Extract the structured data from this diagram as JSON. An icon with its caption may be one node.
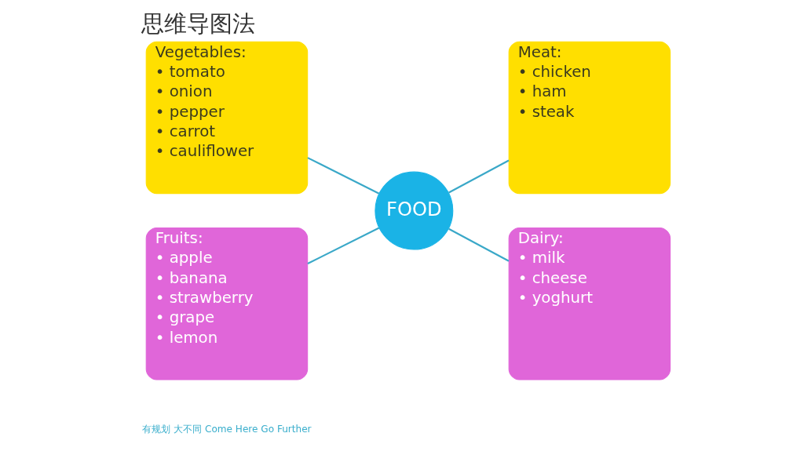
{
  "diagram": {
    "title": "思维导图法",
    "nodes": [
      {
        "text": [
          "Vegetables:",
          "• tomato",
          "• onion",
          "• pepper",
          "• carrot",
          "• cauliflower"
        ]
      },
      {
        "text": [
          "Meat:",
          "• chicken",
          "• ham",
          "• steak"
        ]
      },
      {
        "text": [
          "FOOD"
        ]
      },
      {
        "text": [
          "Fruits:",
          "• apple",
          "• banana",
          "• strawberry",
          "• grape",
          "• lemon"
        ]
      },
      {
        "text": [
          "Dairy:",
          "• milk",
          "• cheese",
          "• yoghurt"
        ]
      }
    ],
    "edges": [
      {
        "from": 0,
        "to": 2,
        "arrow": "none"
      },
      {
        "from": 2,
        "to": 1,
        "arrow": "none"
      },
      {
        "from": 3,
        "to": 2,
        "arrow": "none"
      },
      {
        "from": 2,
        "to": 4,
        "arrow": "none"
      }
    ],
    "labels": [
      "有规划 大不同 Come Here Go Further"
    ]
  }
}
